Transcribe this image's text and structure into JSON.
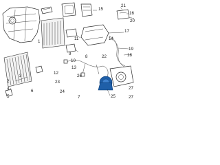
{
  "diagram": {
    "callouts": [
      "15",
      "21",
      "16",
      "20",
      "17",
      "14",
      "11",
      "1",
      "19",
      "9",
      "18",
      "8",
      "22",
      "10",
      "13",
      "12",
      "3",
      "2",
      "4",
      "5",
      "26",
      "23",
      "6",
      "24",
      "27",
      "25",
      "7",
      "27"
    ],
    "highlight_color": "#1f5fa8"
  }
}
